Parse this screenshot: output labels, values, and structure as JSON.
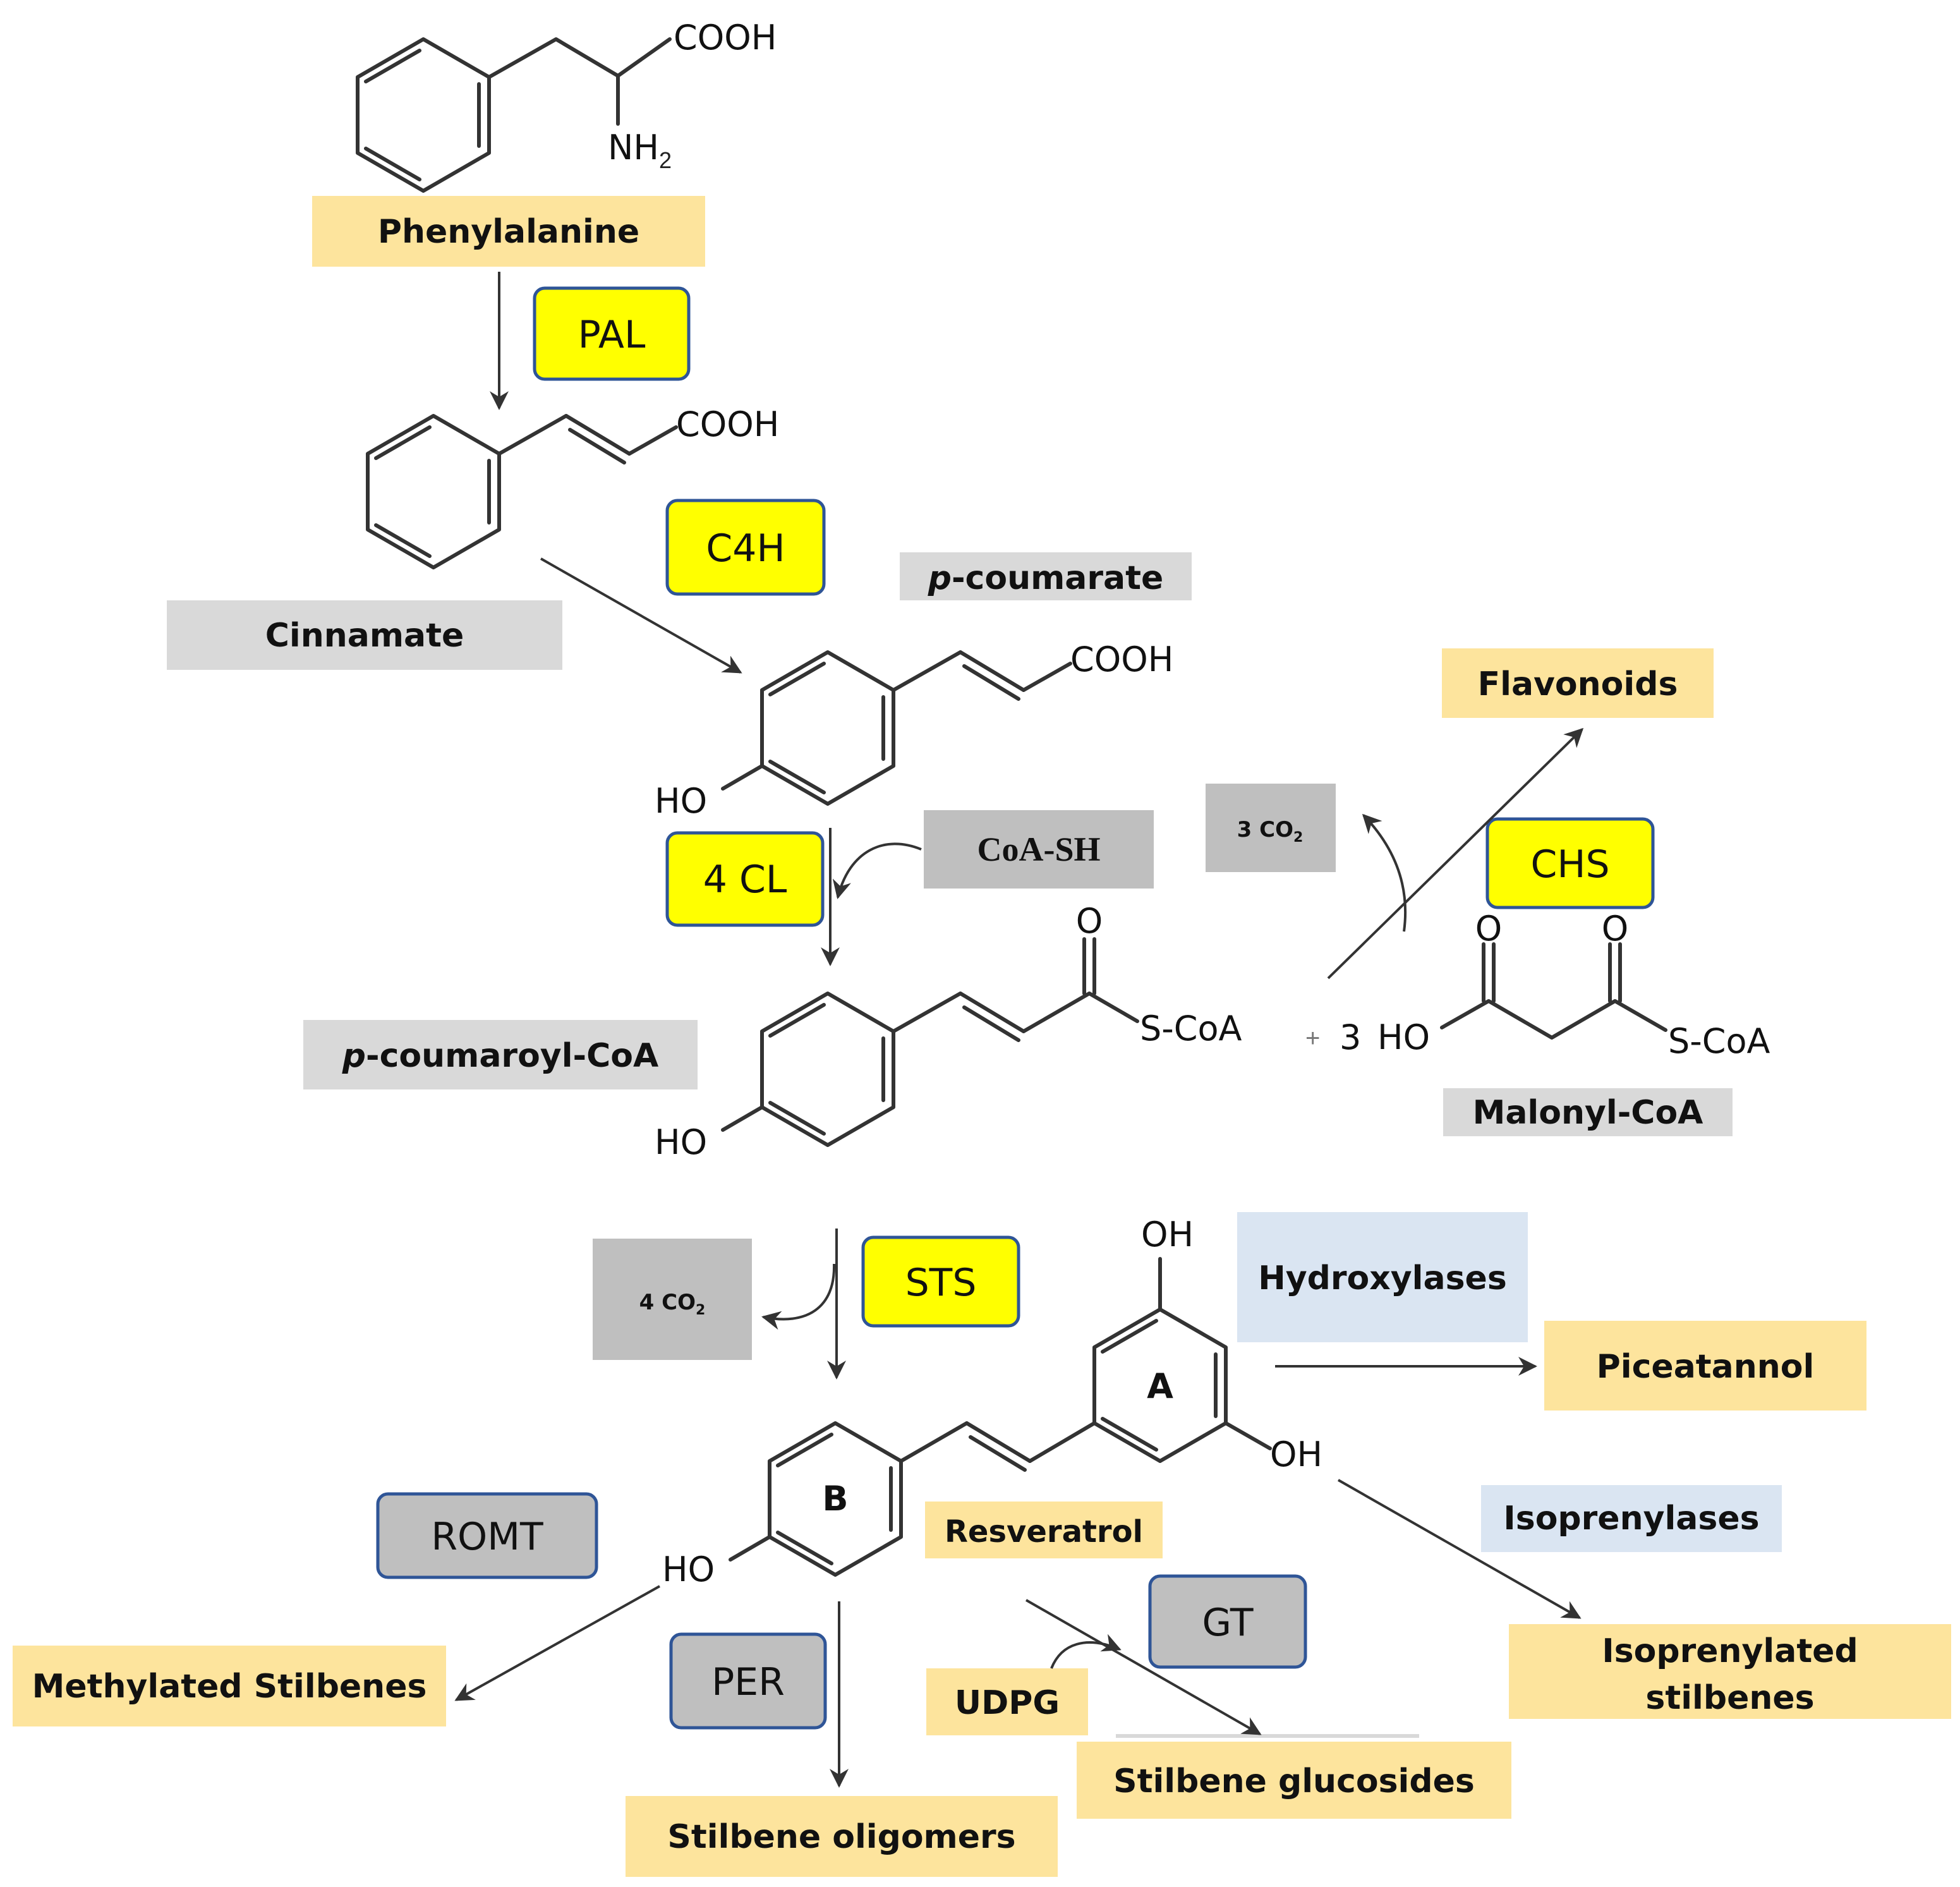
{
  "compounds": {
    "phenylalanine": "Phenylalanine",
    "cinnamate": "Cinnamate",
    "p_coumarate_italic": "p",
    "p_coumarate_rest": "-coumarate",
    "p_coumaroyl_italic": "p",
    "p_coumaroyl_rest": "-coumaroyl-CoA",
    "malonyl_coa": "Malonyl-CoA",
    "flavonoids": "Flavonoids",
    "resveratrol": "Resveratrol",
    "piceatannol": "Piceatannol",
    "isoprenylated_1": "Isoprenylated",
    "isoprenylated_2": "stilbenes",
    "methylated": "Methylated Stilbenes",
    "oligomers": "Stilbene oligomers",
    "glucosides": "Stilbene glucosides"
  },
  "enzymes": {
    "pal": "PAL",
    "c4h": "C4H",
    "cl4": "4 CL",
    "chs": "CHS",
    "sts": "STS",
    "romt": "ROMT",
    "per": "PER",
    "gt": "GT"
  },
  "cofactors": {
    "coa_sh": "CoA-SH",
    "co2_3": "3 CO",
    "co2_3_sub": "2",
    "co2_4": "4 CO",
    "co2_4_sub": "2",
    "udpg": "UDPG"
  },
  "enzyme_classes": {
    "hydroxylases": "Hydroxylases",
    "isoprenylases": "Isoprenylases"
  },
  "atoms": {
    "cooh": "COOH",
    "nh": "NH",
    "nh_sub": "2",
    "ho": "HO",
    "oh": "OH",
    "o": "O",
    "s_coa": "S-CoA",
    "plus": "+",
    "three": "3",
    "ring_a": "A",
    "ring_b": "B"
  },
  "colors": {
    "product_fill": "#fde49d",
    "intermediate_fill": "#d9d9d9",
    "cofactor_fill": "#bfbfbf",
    "enzyme_core_fill": "#ffff00",
    "enzyme_core_border": "#2f5597",
    "enzyme_branch_fill": "#bfbfbf",
    "enzyme_class_fill": "#dae5f2"
  }
}
